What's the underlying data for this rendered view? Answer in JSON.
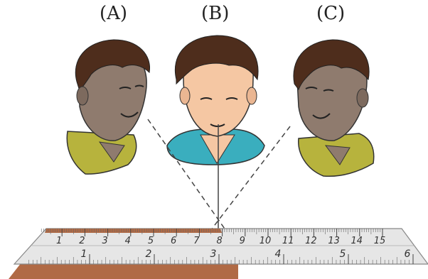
{
  "labels": {
    "a": "(A)",
    "b": "(B)",
    "c": "(C)"
  },
  "ruler": {
    "top_scale": [
      "1",
      "2",
      "3",
      "4",
      "5",
      "6",
      "7",
      "8",
      "9",
      "10",
      "11",
      "12",
      "13",
      "14",
      "15"
    ],
    "bottom_scale": [
      "1",
      "2",
      "3",
      "4",
      "5",
      "6"
    ],
    "measured_object_end_cm": 7.5
  },
  "colors": {
    "skin_shaded": "#8f7b6e",
    "skin_front": "#f5c7a3",
    "hair": "#4e2d1c",
    "shirt_green": "#b7b33d",
    "shirt_blue": "#3aaebe",
    "ruler": "#e6e6e6",
    "object": "#b06a45"
  }
}
